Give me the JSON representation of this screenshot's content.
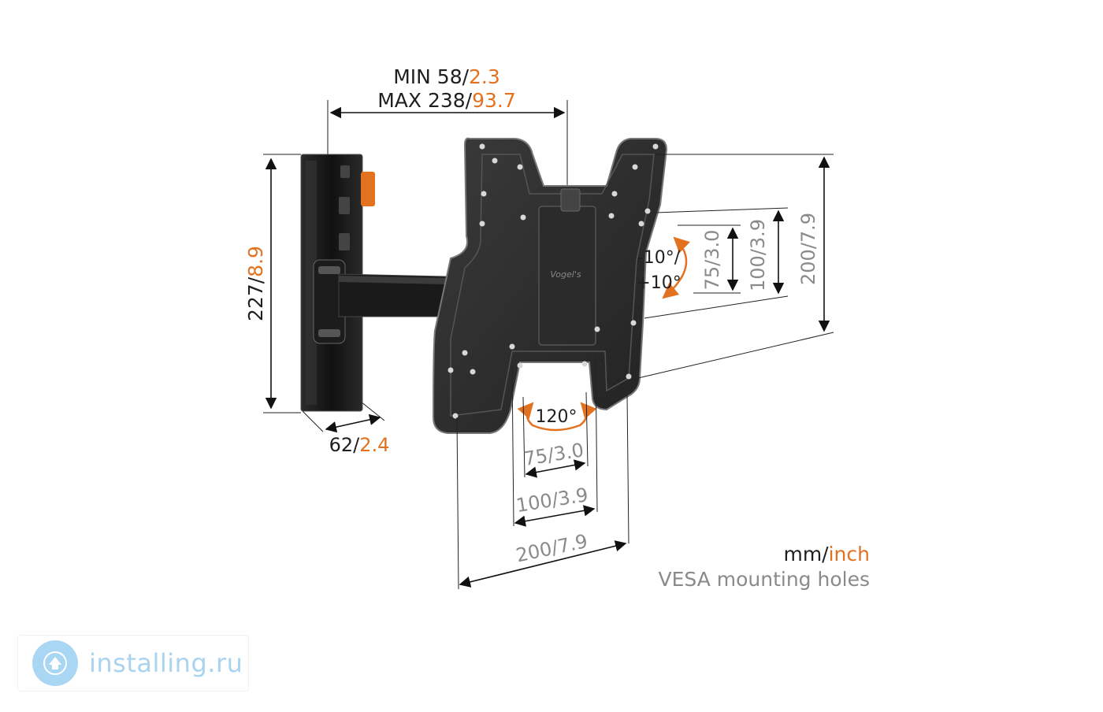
{
  "dimensions": {
    "width_min_mm": "MIN 58/",
    "width_min_inch": "2.3",
    "width_max_mm": "MAX 238/",
    "width_max_inch": "93.7",
    "height_mm": "227/",
    "height_inch": "8.9",
    "depth_mm": "62/",
    "depth_inch": "2.4"
  },
  "tilt": {
    "minus": "-10°/",
    "plus": "+10°"
  },
  "swivel": {
    "label": "120°"
  },
  "vesa_vertical": {
    "v75": "75/3.0",
    "v100": "100/3.9",
    "v200": "200/7.9"
  },
  "vesa_horizontal": {
    "h75": "75/3.0",
    "h100": "100/3.9",
    "h200": "200/7.9"
  },
  "legend": {
    "unit_mm": "mm/",
    "unit_inch": "inch",
    "caption": "VESA mounting holes"
  },
  "watermark": {
    "text": "installing.ru"
  },
  "colors": {
    "accent": "#e2721f",
    "dark": "#1f1f1f",
    "grey": "#8a8a8a",
    "watermark": "#a9d3ef"
  }
}
